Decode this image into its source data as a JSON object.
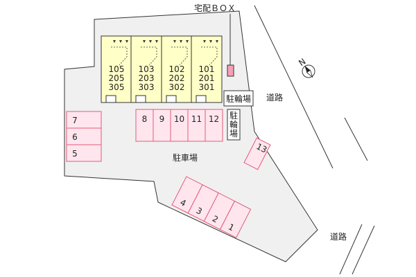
{
  "labels": {
    "delivery_box": "宅配ＢＯＸ",
    "bicycle_parking_h": "駐輪場",
    "bicycle_parking_v": [
      "駐",
      "輪",
      "場"
    ],
    "parking_lot": "駐車場",
    "road_right": "道路",
    "road_bottom": "道路",
    "north": "N"
  },
  "building_units": [
    {
      "rooms": [
        "105",
        "205",
        "305"
      ]
    },
    {
      "rooms": [
        "103",
        "203",
        "303"
      ]
    },
    {
      "rooms": [
        "102",
        "202",
        "302"
      ]
    },
    {
      "rooms": [
        "101",
        "201",
        "301"
      ]
    }
  ],
  "parking_left": [
    "7",
    "6",
    "5"
  ],
  "parking_row": [
    "8",
    "9",
    "10",
    "11",
    "12"
  ],
  "parking_angled": [
    "4",
    "3",
    "2",
    "1"
  ],
  "parking_13": "13",
  "colors": {
    "lot_fill": "#f0f0f0",
    "building_fill": "#ffffc8",
    "parking_fill": "#ffe6ee",
    "parking_stroke": "#e05a7a",
    "line": "#333333",
    "delivery_box_fill": "#f4a0b8"
  }
}
